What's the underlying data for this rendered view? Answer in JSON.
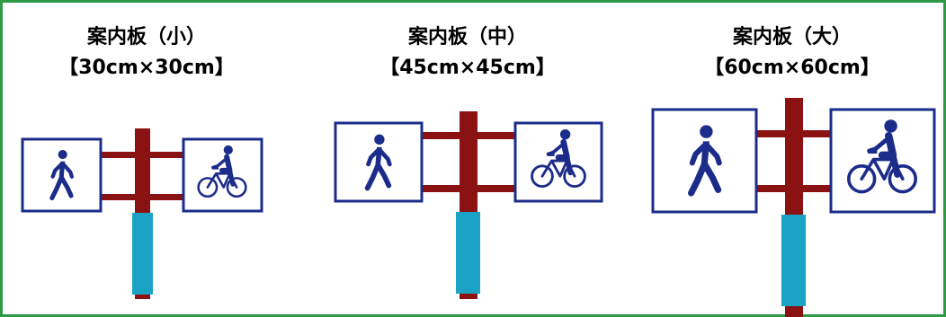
{
  "colors": {
    "frame_border": "#2e9a46",
    "pole": "#8b1212",
    "pole_base": "#1aa3c4",
    "sign_border": "#1c2c8a",
    "pictogram": "#1c2c8a",
    "crossbar": "#8b1212"
  },
  "panels": [
    {
      "name": "案内板（小）",
      "size": "【30cm×30cm】",
      "icons": [
        "pedestrian-icon",
        "bicycle-icon"
      ]
    },
    {
      "name": "案内板（中）",
      "size": "【45cm×45cm】",
      "icons": [
        "pedestrian-icon",
        "bicycle-icon"
      ]
    },
    {
      "name": "案内板（大）",
      "size": "【60cm×60cm】",
      "icons": [
        "pedestrian-icon",
        "bicycle-icon"
      ]
    }
  ]
}
